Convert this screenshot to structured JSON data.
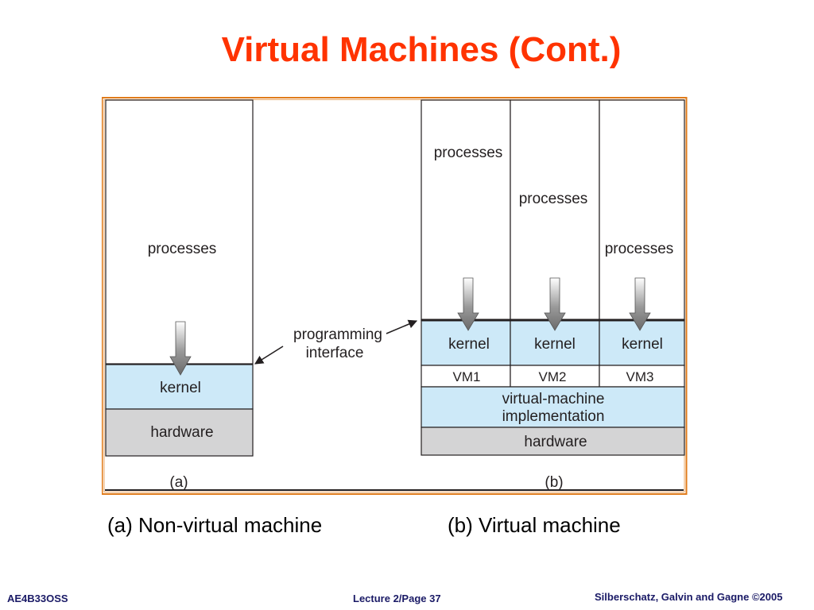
{
  "slide": {
    "title": "Virtual Machines (Cont.)"
  },
  "diagram": {
    "panel_a": {
      "processes_label": "processes",
      "kernel_label": "kernel",
      "hardware_label": "hardware",
      "panel_label": "(a)"
    },
    "interface_label_line1": "programming",
    "interface_label_line2": "interface",
    "panel_b": {
      "vms": [
        {
          "processes_label": "processes",
          "kernel_label": "kernel",
          "vm_label": "VM1"
        },
        {
          "processes_label": "processes",
          "kernel_label": "kernel",
          "vm_label": "VM2"
        },
        {
          "processes_label": "processes",
          "kernel_label": "kernel",
          "vm_label": "VM3"
        }
      ],
      "implementation_line1": "virtual-machine",
      "implementation_line2": "implementation",
      "hardware_label": "hardware",
      "panel_label": "(b)"
    },
    "colors": {
      "frame": "#e07b1a",
      "kernel_fill": "#cde9f8",
      "hardware_fill": "#d4d4d5",
      "line": "#231f20"
    }
  },
  "captions": {
    "a": "(a) Non-virtual machine",
    "b": "(b) Virtual machine"
  },
  "footer": {
    "course": "AE4B33OSS",
    "page": "Lecture 2/Page 37",
    "copyright": "Silberschatz, Galvin and Gagne ©2005"
  }
}
